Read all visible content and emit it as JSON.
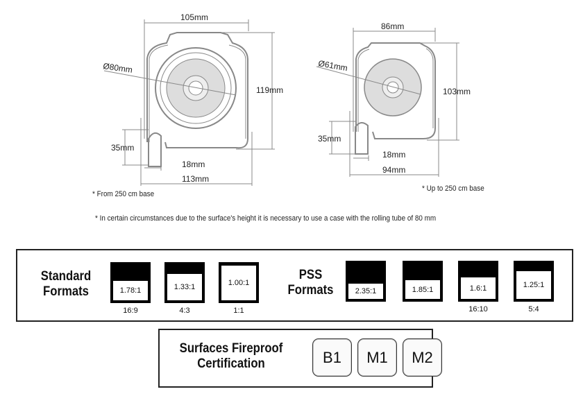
{
  "profile_large": {
    "width_top": "105mm",
    "height": "119mm",
    "diameter": "Ø80mm",
    "guide_height": "35mm",
    "guide_width": "18mm",
    "width_total": "113mm",
    "note": "* From 250 cm base"
  },
  "profile_small": {
    "width_top": "86mm",
    "height": "103mm",
    "diameter": "Ø61mm",
    "guide_height": "35mm",
    "guide_width": "18mm",
    "width_total": "94mm",
    "note": "* Up to 250 cm base"
  },
  "general_note": "* In certain circumstances due to the surface's height it is necessary to use a case with the rolling tube of 80 mm",
  "formats": {
    "standard_title_line1": "Standard",
    "standard_title_line2": "Formats",
    "standard": [
      {
        "ratio": "1.78:1",
        "label": "16:9",
        "fill": 0.56
      },
      {
        "ratio": "1.33:1",
        "label": "4:3",
        "fill": 0.75
      },
      {
        "ratio": "1.00:1",
        "label": "1:1",
        "fill": 1.0
      }
    ],
    "pss_title_line1": "PSS",
    "pss_title_line2": "Formats",
    "pss": [
      {
        "ratio": "2.35:1",
        "label": "",
        "fill": 0.43
      },
      {
        "ratio": "1.85:1",
        "label": "",
        "fill": 0.54
      },
      {
        "ratio": "1.6:1",
        "label": "16:10",
        "fill": 0.62
      },
      {
        "ratio": "1.25:1",
        "label": "5:4",
        "fill": 0.8
      }
    ]
  },
  "fireproof": {
    "title_line1": "Surfaces Fireproof",
    "title_line2": "Certification",
    "classes": [
      "B1",
      "M1",
      "M2"
    ]
  }
}
